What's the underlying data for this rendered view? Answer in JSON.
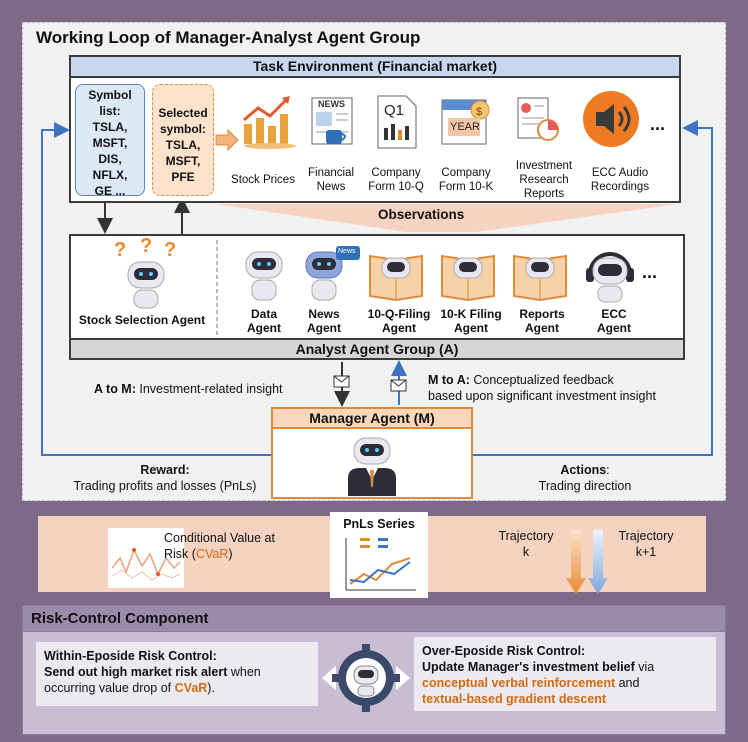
{
  "title": "Working Loop of Manager-Analyst Agent Group",
  "task_environment": {
    "header": "Task Environment (Financial market)",
    "symbol_list": [
      "Symbol",
      "list:",
      "TSLA,",
      "MSFT,",
      "DIS,",
      "NFLX,",
      "GE ..."
    ],
    "selected_symbol": [
      "Selected",
      "symbol:",
      "TSLA,",
      "MSFT,",
      "PFE"
    ],
    "items": [
      {
        "label": "Stock Prices"
      },
      {
        "label": "Financial\nNews"
      },
      {
        "label": "Company\nForm 10-Q"
      },
      {
        "label": "Company\nForm 10-K"
      },
      {
        "label": "Investment\nResearch\nReports"
      },
      {
        "label": "ECC Audio\nRecordings"
      }
    ],
    "ellipsis": "...",
    "icon_text": {
      "news": "NEWS",
      "q1": "Q1",
      "year": "YEAR"
    }
  },
  "observations": "Observations",
  "analyst_group": {
    "footer": "Analyst Agent Group (A)",
    "stock_selection": "Stock Selection Agent",
    "agents": [
      "Data\nAgent",
      "News\nAgent",
      "10-Q-Filing\nAgent",
      "10-K Filing\nAgent",
      "Reports\nAgent",
      "ECC\nAgent"
    ],
    "ellipsis": "...",
    "news_badge": "News"
  },
  "a_to_m": {
    "bold": "A to M:",
    "text": " Investment-related  insight"
  },
  "m_to_a": {
    "bold": "M to A:",
    "text": " Conceptualized feedback",
    "line2": "based upon significant investment insight"
  },
  "manager": {
    "header": "Manager Agent (M)"
  },
  "reward": {
    "title": "Reward:",
    "text": "Trading profits and losses (PnLs)"
  },
  "actions": {
    "title": "Actions",
    "colon": ":",
    "text": "Trading direction"
  },
  "pnl": {
    "cvar_line1": "Conditional Value at",
    "cvar_line2_pre": "Risk (",
    "cvar_abbr": "CVaR",
    "cvar_line2_post": ")",
    "series_title": "PnLs Series",
    "traj_k": [
      "Trajectory",
      "k"
    ],
    "traj_k1": [
      "Trajectory",
      "k+1"
    ]
  },
  "risk": {
    "header": "Risk-Control Component",
    "within": {
      "title": "Within-Eposide Risk Control:",
      "l2_bold": "Send out high market risk alert",
      "l2_rest": " when",
      "l3_pre": "occurring value drop of ",
      "l3_orange": "CVaR",
      "l3_post": ")."
    },
    "over": {
      "title": "Over-Eposide Risk Control:",
      "l2_bold": "Update Manager's investment belief",
      "l2_rest": " via",
      "l3_orange": "conceptual verbal reinforcement",
      "l3_rest": " and",
      "l4_orange": "textual-based gradient descent"
    }
  },
  "colors": {
    "arrow_blue": "#3d72c4",
    "accent_orange": "#e08a3c",
    "env_header": "#c9d7ee",
    "risk_header": "#9c8aab",
    "pnl_band": "#f6d2c0"
  }
}
